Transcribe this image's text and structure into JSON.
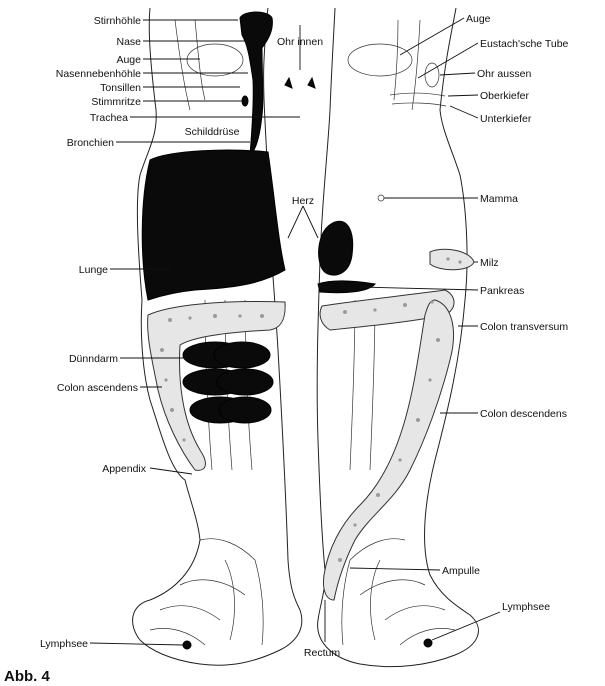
{
  "figure": {
    "caption": "Abb. 4",
    "labels_left": [
      {
        "id": "stirnhoehle",
        "text": "Stirnhöhle"
      },
      {
        "id": "nase",
        "text": "Nase"
      },
      {
        "id": "auge-left",
        "text": "Auge"
      },
      {
        "id": "nasennebenhoehle",
        "text": "Nasennebenhöhle"
      },
      {
        "id": "tonsillen",
        "text": "Tonsillen"
      },
      {
        "id": "stimmritze",
        "text": "Stimmritze"
      },
      {
        "id": "trachea",
        "text": "Trachea"
      },
      {
        "id": "bronchien",
        "text": "Bronchien"
      },
      {
        "id": "lunge",
        "text": "Lunge"
      },
      {
        "id": "duenndarm",
        "text": "Dünndarm"
      },
      {
        "id": "colon-ascendens",
        "text": "Colon ascendens"
      },
      {
        "id": "appendix",
        "text": "Appendix"
      },
      {
        "id": "lymphsee-left",
        "text": "Lymphsee"
      }
    ],
    "labels_right": [
      {
        "id": "auge-right",
        "text": "Auge"
      },
      {
        "id": "eustach-tube",
        "text": "Eustach'sche Tube"
      },
      {
        "id": "ohr-aussen",
        "text": "Ohr aussen"
      },
      {
        "id": "oberkiefer",
        "text": "Oberkiefer"
      },
      {
        "id": "unterkiefer",
        "text": "Unterkiefer"
      },
      {
        "id": "mamma",
        "text": "Mamma"
      },
      {
        "id": "milz",
        "text": "Milz"
      },
      {
        "id": "pankreas",
        "text": "Pankreas"
      },
      {
        "id": "colon-transversum",
        "text": "Colon transversum"
      },
      {
        "id": "colon-descendens",
        "text": "Colon descendens"
      },
      {
        "id": "ampulle",
        "text": "Ampulle"
      },
      {
        "id": "lymphsee-right",
        "text": "Lymphsee"
      }
    ],
    "labels_center": [
      {
        "id": "ohr-innen",
        "text": "Ohr innen"
      },
      {
        "id": "schilddruese",
        "text": "Schilddrüse"
      },
      {
        "id": "herz",
        "text": "Herz"
      },
      {
        "id": "rectum",
        "text": "Rectum"
      }
    ]
  }
}
